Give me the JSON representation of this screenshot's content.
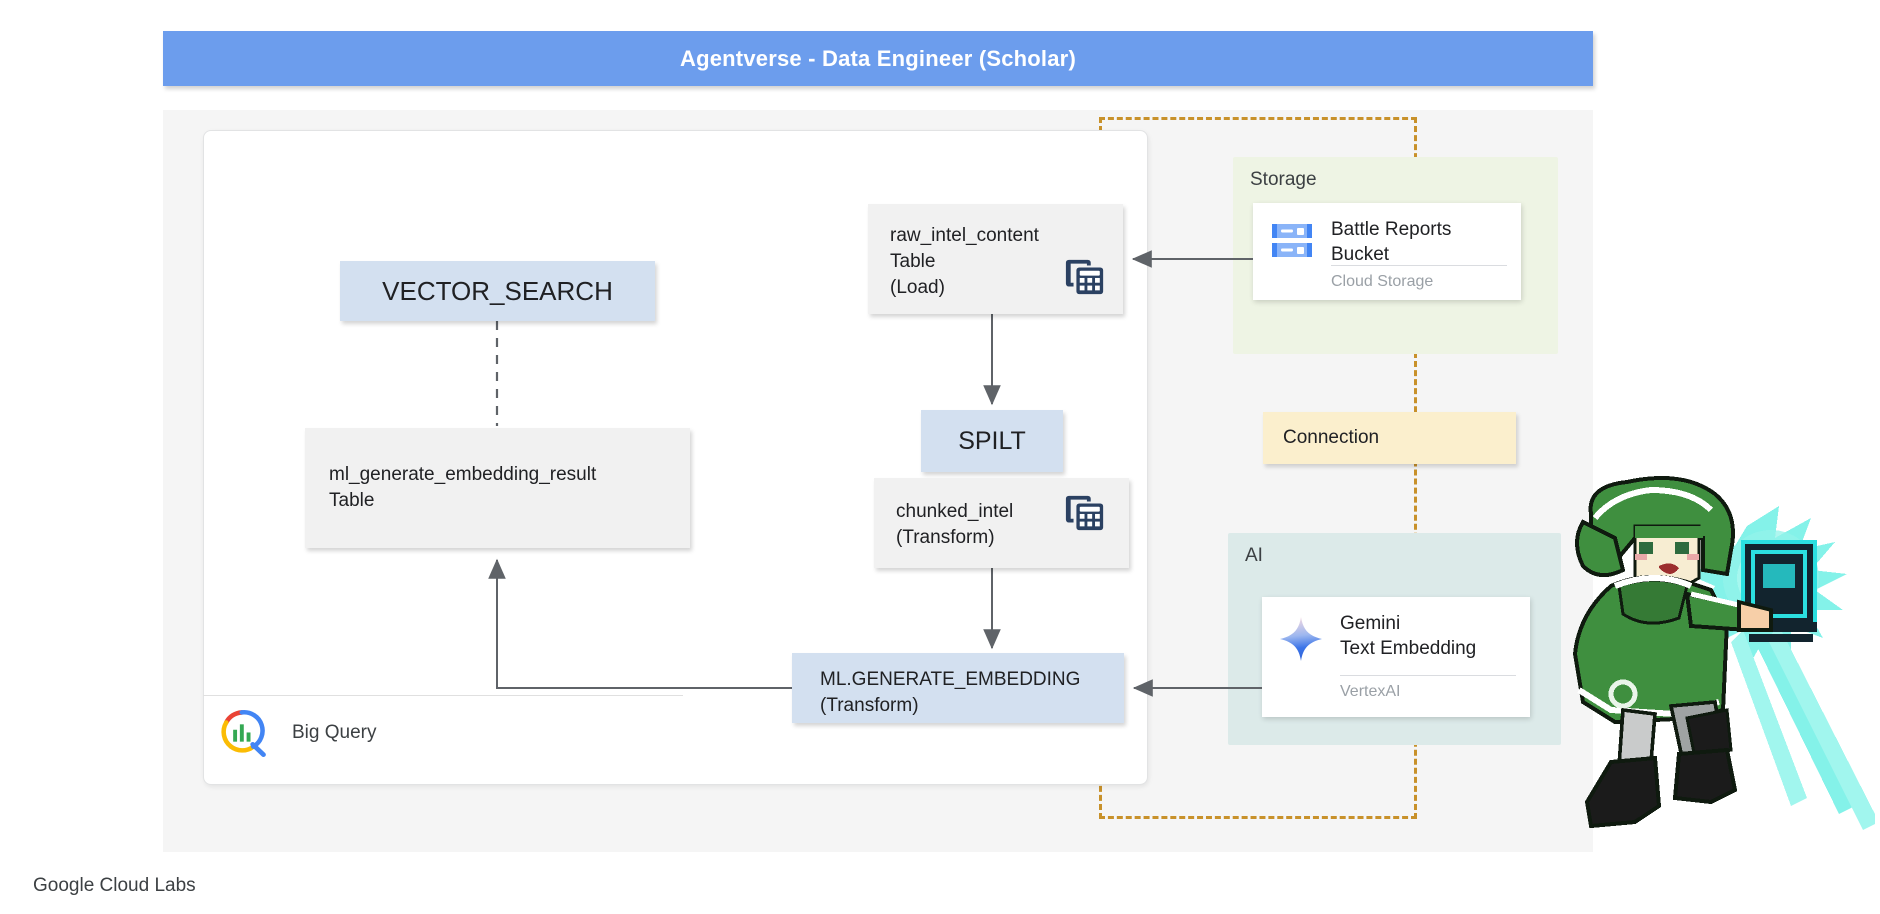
{
  "header": {
    "title": "Agentverse - Data Engineer (Scholar)",
    "bg_color": "#6c9ded",
    "text_color": "#ffffff"
  },
  "footer": {
    "label": "Google Cloud Labs"
  },
  "bigquery_panel": {
    "logo_name": "bigquery-logo",
    "label": "Big Query",
    "nodes": [
      {
        "id": "vector-search",
        "label": "VECTOR_SEARCH",
        "style": "blue",
        "icon": null
      },
      {
        "id": "ml-generate-embedding-result",
        "label": "ml_generate_embedding_result\nTable",
        "style": "gray",
        "icon": "bigquery-table-icon"
      },
      {
        "id": "raw-intel-content",
        "label": "raw_intel_content\nTable\n(Load)",
        "style": "gray",
        "icon": "bigquery-table-icon"
      },
      {
        "id": "spilt",
        "label": "SPILT",
        "style": "blue",
        "icon": null
      },
      {
        "id": "chunked-intel",
        "label": "chunked_intel\n(Transform)",
        "style": "gray",
        "icon": "bigquery-table-icon"
      },
      {
        "id": "ml-generate-embedding",
        "label": "ML.GENERATE_EMBEDDING\n(Transform)",
        "style": "blue",
        "icon": null
      }
    ]
  },
  "groups": {
    "storage": {
      "title": "Storage",
      "bg_color": "#eef4e4",
      "card": {
        "icon_name": "cloud-storage-icon",
        "title_line_1": "Battle Reports",
        "title_line_2": "Bucket",
        "subtitle": "Cloud Storage"
      }
    },
    "ai": {
      "title": "AI",
      "bg_color": "#dceae9",
      "card": {
        "icon_name": "gemini-sparkle-icon",
        "title_line_1": "Gemini",
        "title_line_2": "Text Embedding",
        "subtitle": "VertexAI"
      }
    }
  },
  "connection": {
    "label": "Connection",
    "bg_color": "#fbefcd",
    "border_color": "#c8912a"
  },
  "sprite": {
    "name": "scholar-character-sprite",
    "description": "Green-hooded pixel-art scholar casting a glowing book"
  },
  "palette": {
    "node_blue": "#d3e0f0",
    "node_gray": "#f1f1f1",
    "arrow": "#5f6368",
    "dashed_orange": "#c8912a",
    "table_icon": "#2b4162"
  }
}
